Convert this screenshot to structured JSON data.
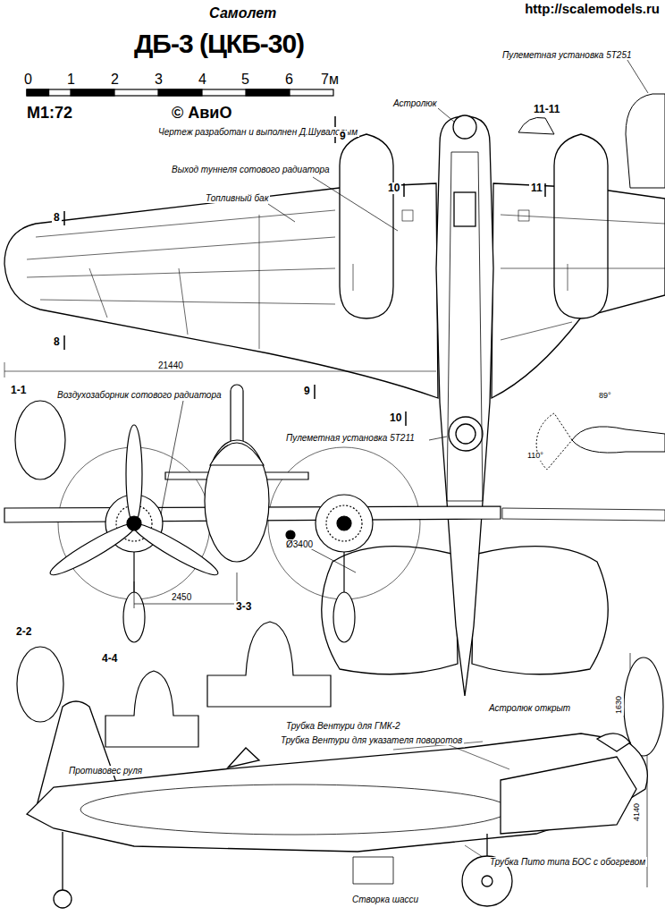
{
  "diagram": {
    "title": "ДБ-3 (ЦКБ-30)",
    "labels": [
      "http://scalemodels.ru",
      "Самолет",
      "0",
      "1",
      "2",
      "3",
      "4",
      "5",
      "6",
      "7м",
      "М1:72",
      "© АвиО",
      "Чертеж разработан и выполнен Д.Шуваловым",
      "Пулеметная установка 5Т251",
      "11-11",
      "Астролюк",
      "9",
      "Выход туннеля сотового радиатора",
      "10",
      "11",
      "Топливный бак",
      "8",
      "8",
      "21440",
      "1-1",
      "Воздухозаборник сотового радиатора",
      "9",
      "10",
      "Пулеметная установка 5Т211",
      "89°",
      "110°",
      "Ø3400",
      "2450",
      "2-2",
      "3-3",
      "4-4",
      "1630",
      "Астролюк открыт",
      "Трубка Вентури для ГМК-2",
      "Трубка Вентури для указателя поворотов",
      "Противовес руля",
      "4140",
      "Трубка Пито типа БОС с обогревом",
      "Створка шасси"
    ]
  }
}
